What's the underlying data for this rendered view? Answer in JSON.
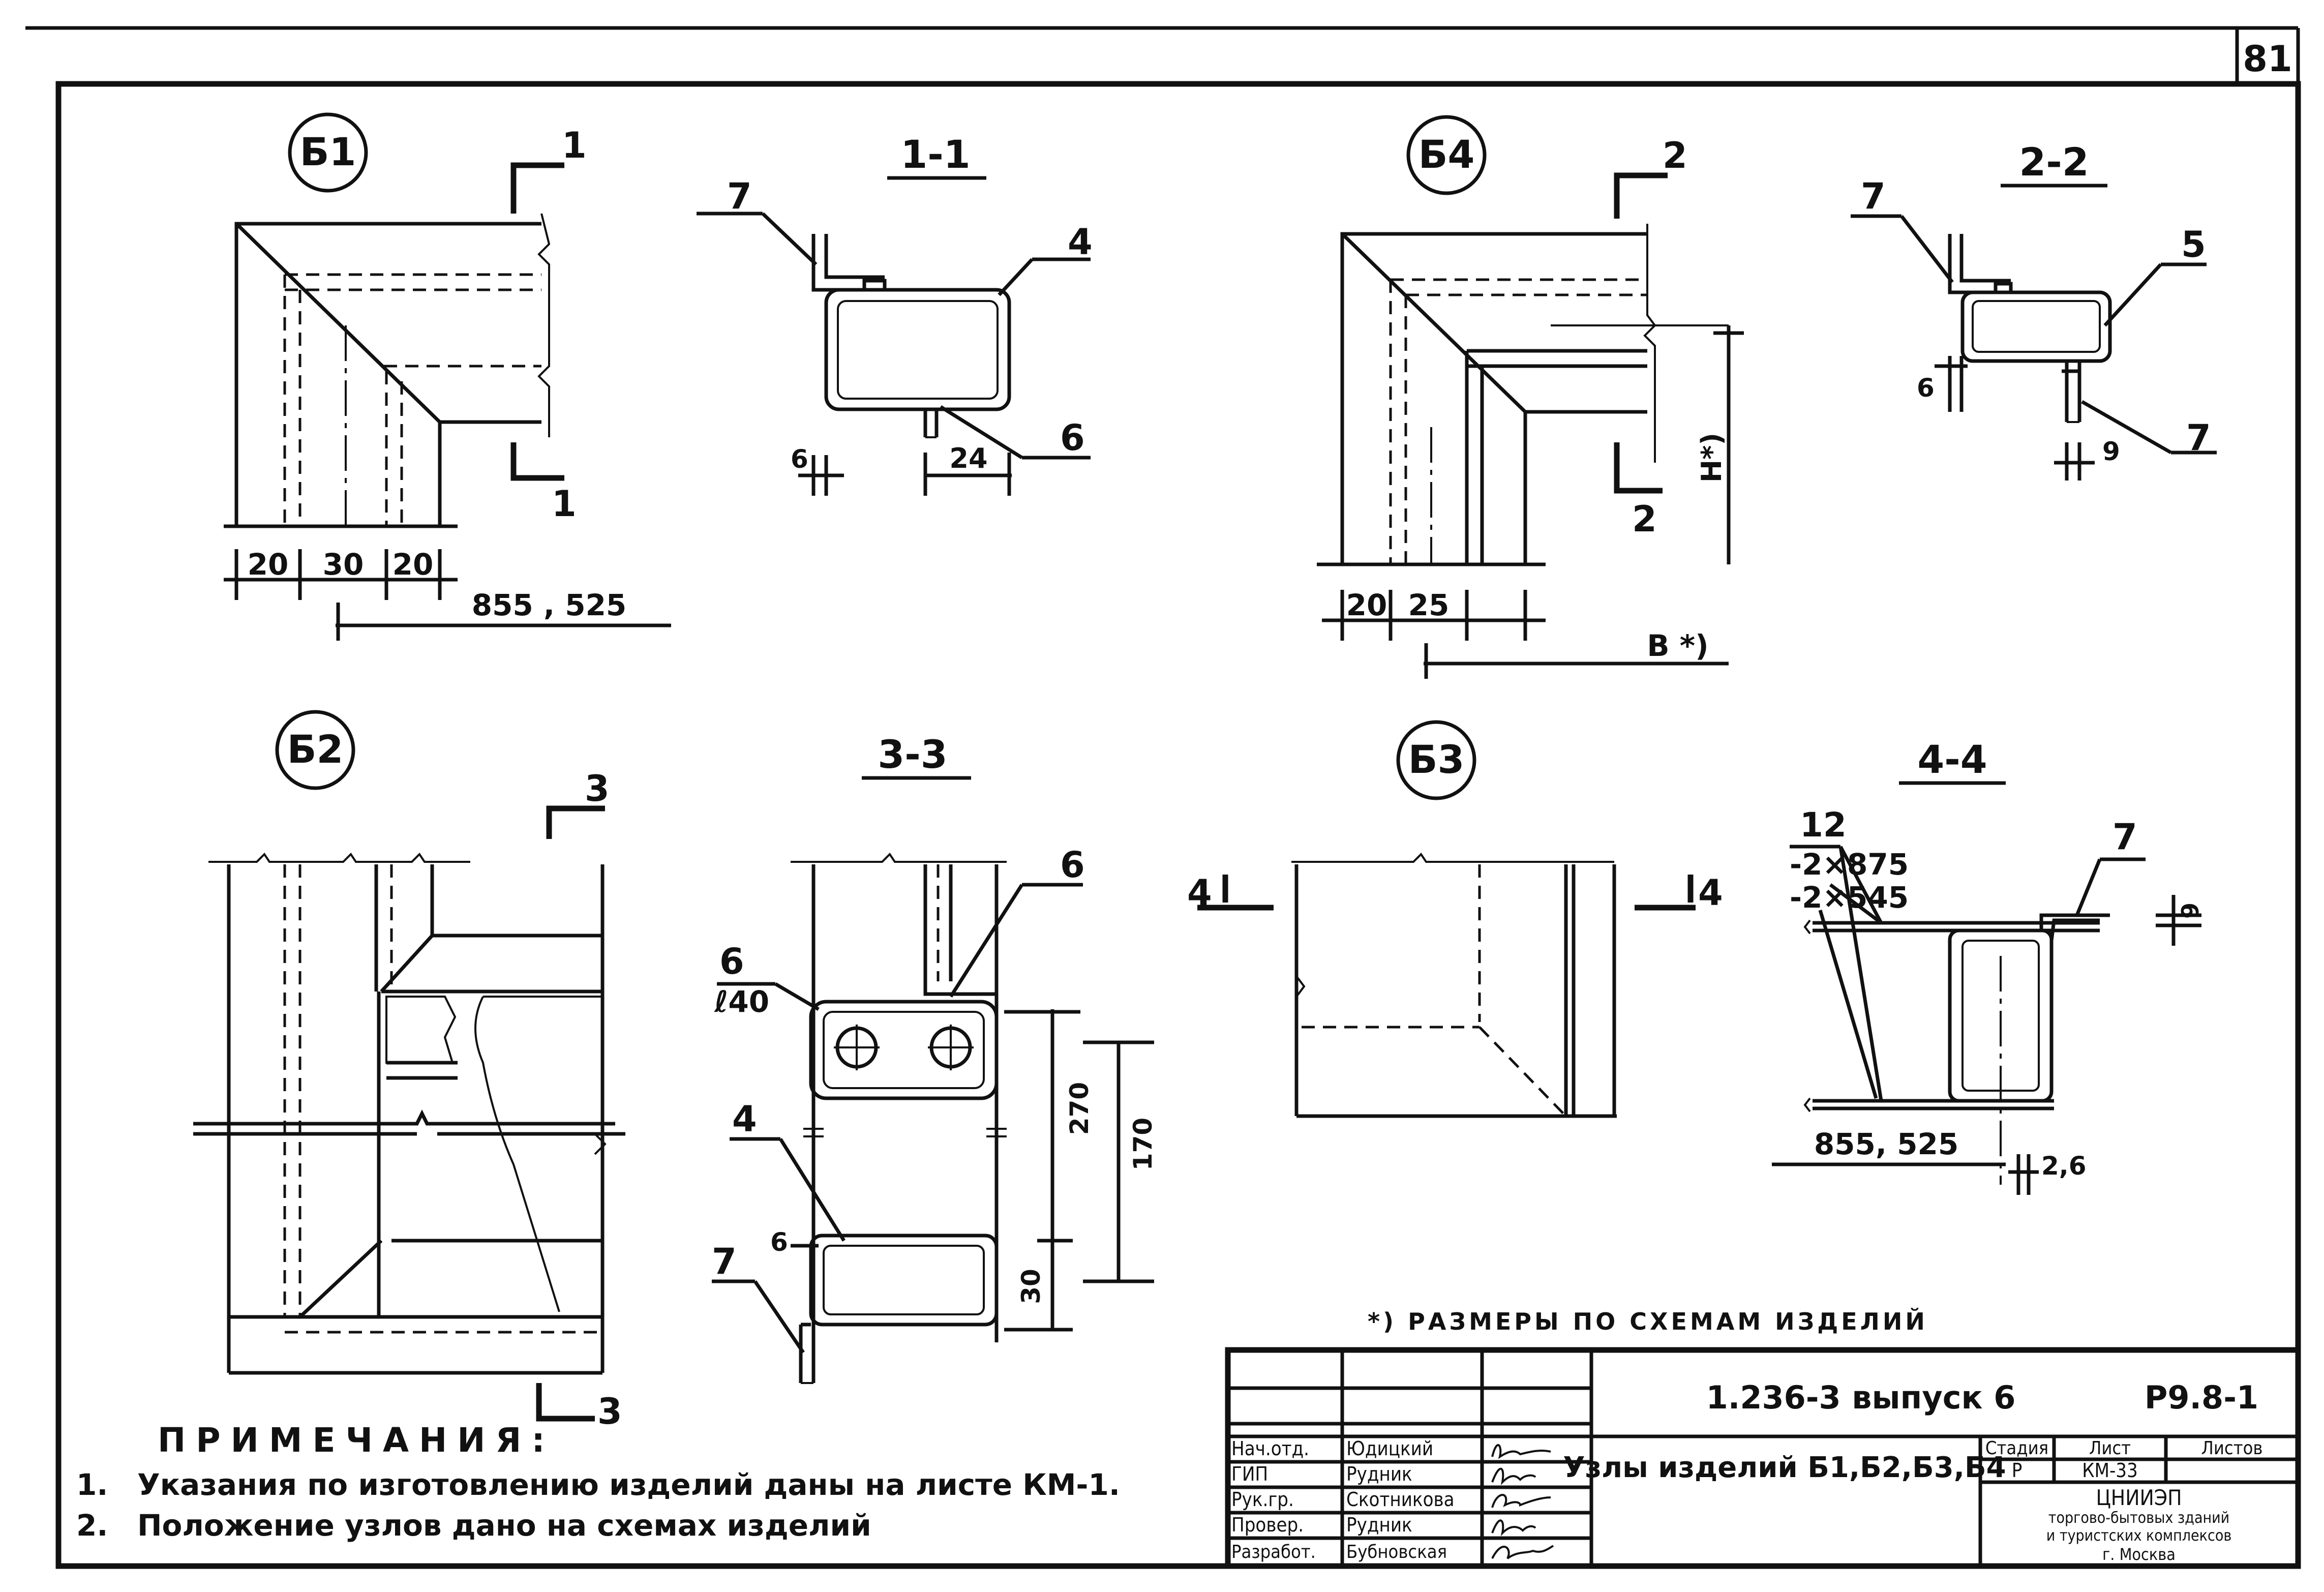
{
  "sheet": {
    "page_number": "81",
    "footnote": "*) РАЗМЕРЫ ПО СХЕМАМ ИЗДЕЛИЙ",
    "notes": {
      "title": "ПРИМЕЧАНИЯ:",
      "items": [
        {
          "num": "1.",
          "text": "Указания по изготовлению изделий даны на листе КМ-1."
        },
        {
          "num": "2.",
          "text": "Положение узлов дано на схемах изделий"
        }
      ]
    }
  },
  "views": {
    "b1": {
      "label": "Б1",
      "cut": "1",
      "dims": [
        "20",
        "30",
        "20"
      ],
      "length": "855 , 525"
    },
    "s11": {
      "label": "1-1",
      "callouts": [
        "7",
        "4",
        "6"
      ],
      "dims": [
        "6",
        "24"
      ]
    },
    "b4": {
      "label": "Б4",
      "cut": "2",
      "dims": [
        "20",
        "25"
      ],
      "height": "H*)",
      "width": "B *)"
    },
    "s22": {
      "label": "2-2",
      "callouts": [
        "7",
        "5",
        "7"
      ],
      "dims": [
        "6",
        "9"
      ]
    },
    "b2": {
      "label": "Б2",
      "cut": "3"
    },
    "s33": {
      "label": "3-3",
      "callouts": [
        "6",
        "6",
        "4",
        "7"
      ],
      "bolt": "ℓ40",
      "dims": [
        "270",
        "170",
        "30",
        "6"
      ]
    },
    "b3": {
      "label": "Б3",
      "cut": "4"
    },
    "s44": {
      "label": "4-4",
      "callouts": [
        "12",
        "7"
      ],
      "weld1": "-2×875",
      "weld2": "-2×545",
      "length": "855, 525",
      "dims": [
        "6",
        "2,6"
      ]
    }
  },
  "title_block": {
    "doc_code": "1.236-3  выпуск 6",
    "sheet_code": "Р9.8-1",
    "title": "Узлы изделий Б1,Б2,Б3,Б4",
    "stage_header": "Стадия",
    "sheet_header": "Лист",
    "sheets_header": "Листов",
    "stage": "Р",
    "sheet_id": "КМ-33",
    "org1": "ЦНИИЭП",
    "org2": "торгово-бытовых зданий",
    "org3": "и туристских комплексов",
    "org4": "г. Москва",
    "roles": [
      {
        "role": "Нач.отд.",
        "name": "Юдицкий"
      },
      {
        "role": "ГИП",
        "name": "Рудник"
      },
      {
        "role": "Рук.гр.",
        "name": "Скотникова"
      },
      {
        "role": "Провер.",
        "name": "Рудник"
      },
      {
        "role": "Разработ.",
        "name": "Бубновская"
      }
    ]
  }
}
